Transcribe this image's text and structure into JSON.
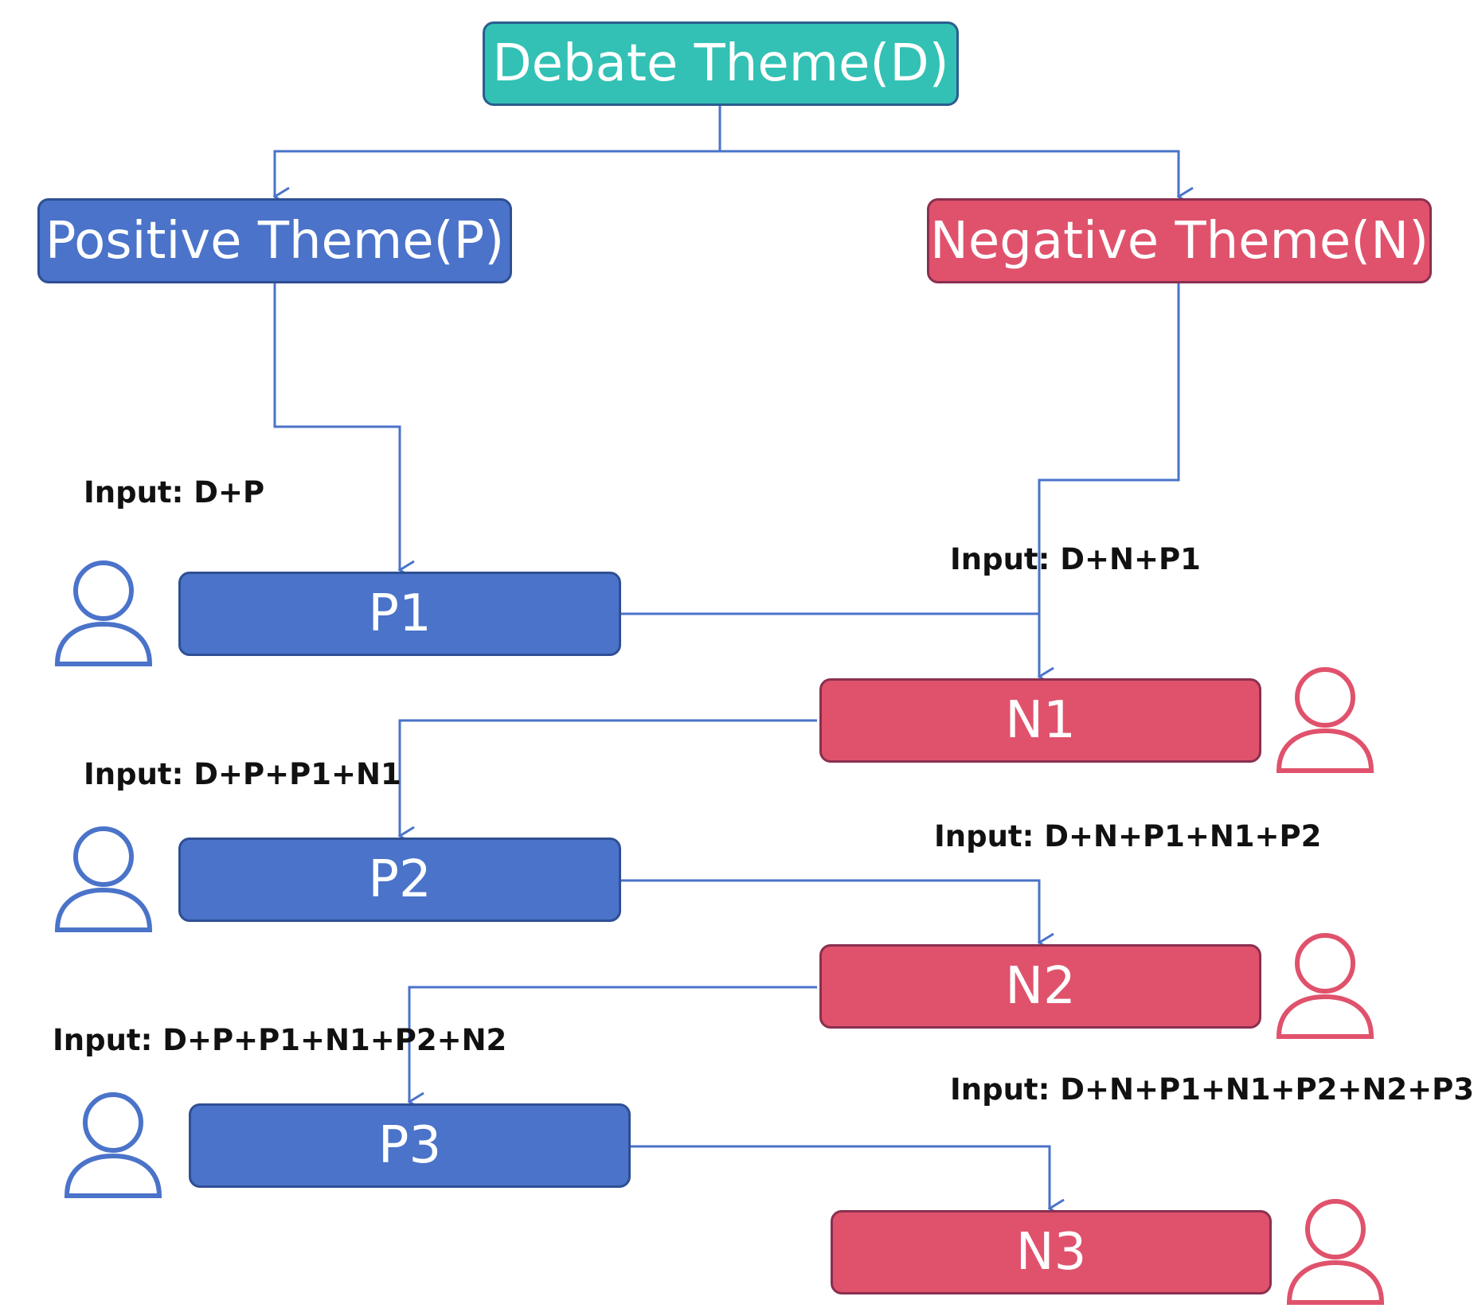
{
  "colors": {
    "theme": "#32c1b4",
    "positive": "#4a73c9",
    "negative": "#e0526c",
    "connector": "#4a73c9"
  },
  "nodes": {
    "debate_theme": "Debate Theme(D)",
    "positive_theme": "Positive Theme(P)",
    "negative_theme": "Negative Theme(N)",
    "p1": "P1",
    "n1": "N1",
    "p2": "P2",
    "n2": "N2",
    "p3": "P3",
    "n3": "N3"
  },
  "inputs": {
    "p1": "Input: D+P",
    "n1": "Input: D+N+P1",
    "p2": "Input: D+P+P1+N1",
    "n2": "Input: D+N+P1+N1+P2",
    "p3": "Input: D+P+P1+N1+P2+N2",
    "n3": "Input: D+N+P1+N1+P2+N2+P3"
  },
  "icons": {
    "positive_speaker": "person-outline-icon",
    "negative_speaker": "person-outline-icon"
  }
}
